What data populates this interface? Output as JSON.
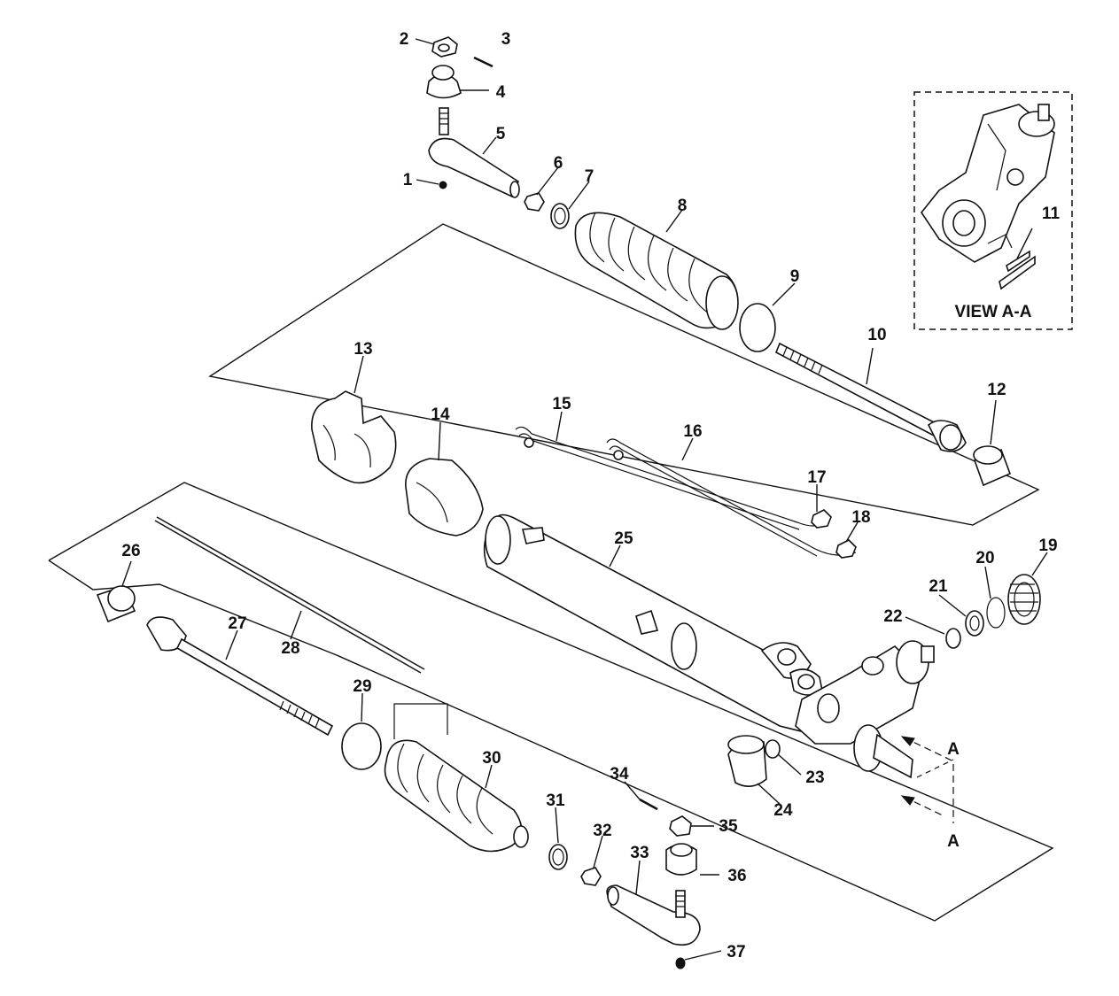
{
  "diagram": {
    "view_label": "VIEW A-A",
    "section_marker": "A",
    "callouts": [
      "1",
      "2",
      "3",
      "4",
      "5",
      "6",
      "7",
      "8",
      "9",
      "10",
      "11",
      "12",
      "13",
      "14",
      "15",
      "16",
      "17",
      "18",
      "19",
      "20",
      "21",
      "22",
      "23",
      "24",
      "25",
      "26",
      "27",
      "28",
      "29",
      "30",
      "31",
      "32",
      "33",
      "34",
      "35",
      "36",
      "37"
    ]
  }
}
